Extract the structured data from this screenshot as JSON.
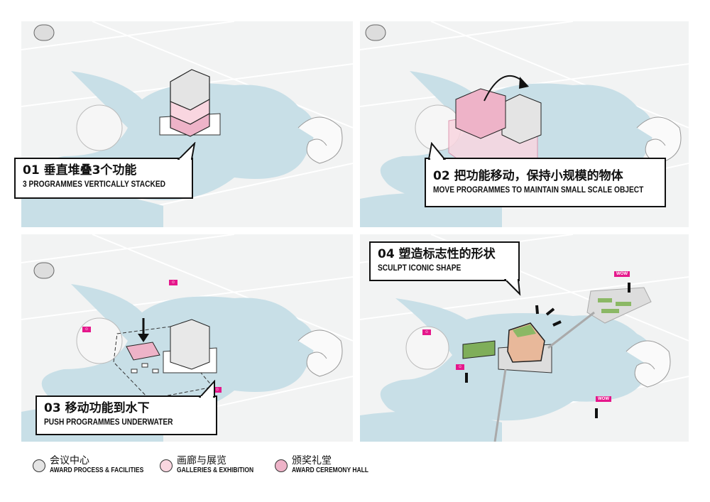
{
  "colors": {
    "water": "#c8dfe7",
    "ground": "#f2f3f3",
    "award_process": "#e4e4e4",
    "galleries": "#f9d6e0",
    "ceremony_hall": "#eeb3c8",
    "accent": "#e5178b",
    "greenery": "#7fae5a"
  },
  "panels": [
    {
      "zh": "01 垂直堆叠3个功能",
      "en": "3 PROGRAMMES VERTICALLY STACKED"
    },
    {
      "zh": "02 把功能移动，保持小规模的物体",
      "en": "MOVE PROGRAMMES TO MAINTAIN SMALL SCALE OBJECT"
    },
    {
      "zh": "03 移动功能到水下",
      "en": "PUSH PROGRAMMES UNDERWATER"
    },
    {
      "zh": "04 塑造标志性的形状",
      "en": "SCULPT ICONIC SHAPE"
    }
  ],
  "badges": {
    "smile": "☺",
    "wow": "WOW"
  },
  "legend": [
    {
      "zh": "会议中心",
      "en": "AWARD PROCESS & FACILITIES",
      "color": "#e4e4e4"
    },
    {
      "zh": "画廊与展览",
      "en": "GALLERIES & EXHIBITION",
      "color": "#f9d6e0"
    },
    {
      "zh": "颁奖礼堂",
      "en": "AWARD CEREMONY HALL",
      "color": "#eeb3c8"
    }
  ]
}
